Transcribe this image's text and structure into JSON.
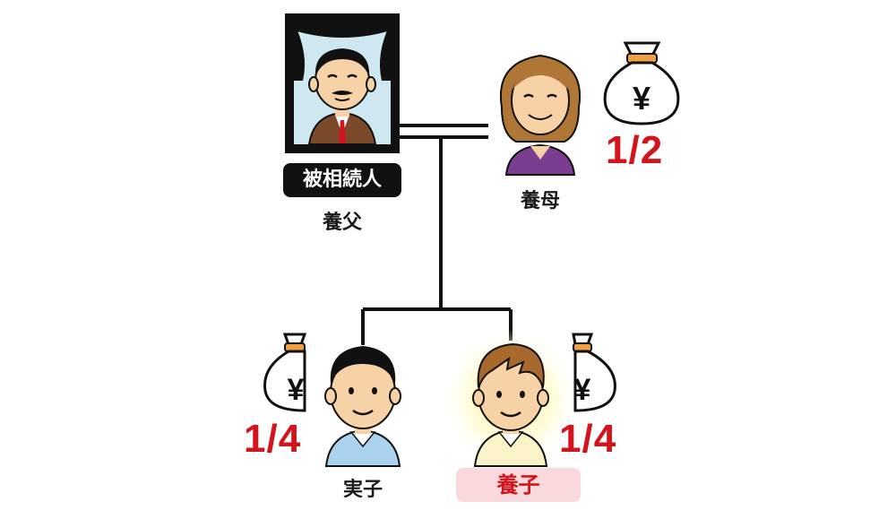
{
  "nodes": {
    "deceased": {
      "badge": "被相続人",
      "label": "養父"
    },
    "adoptive_mother": {
      "label": "養母",
      "share": "1/2"
    },
    "biological_child": {
      "label": "実子",
      "share": "1/4"
    },
    "adopted_child": {
      "label": "養子",
      "share": "1/4"
    }
  },
  "icons": {
    "money_bag": "money-bag-icon",
    "currency_symbol": "¥"
  },
  "colors": {
    "share_red": "#d3141c",
    "badge_dark": "#111111",
    "highlight_pink": "#f9d9dc",
    "glow_yellow": "#fff7a8"
  }
}
